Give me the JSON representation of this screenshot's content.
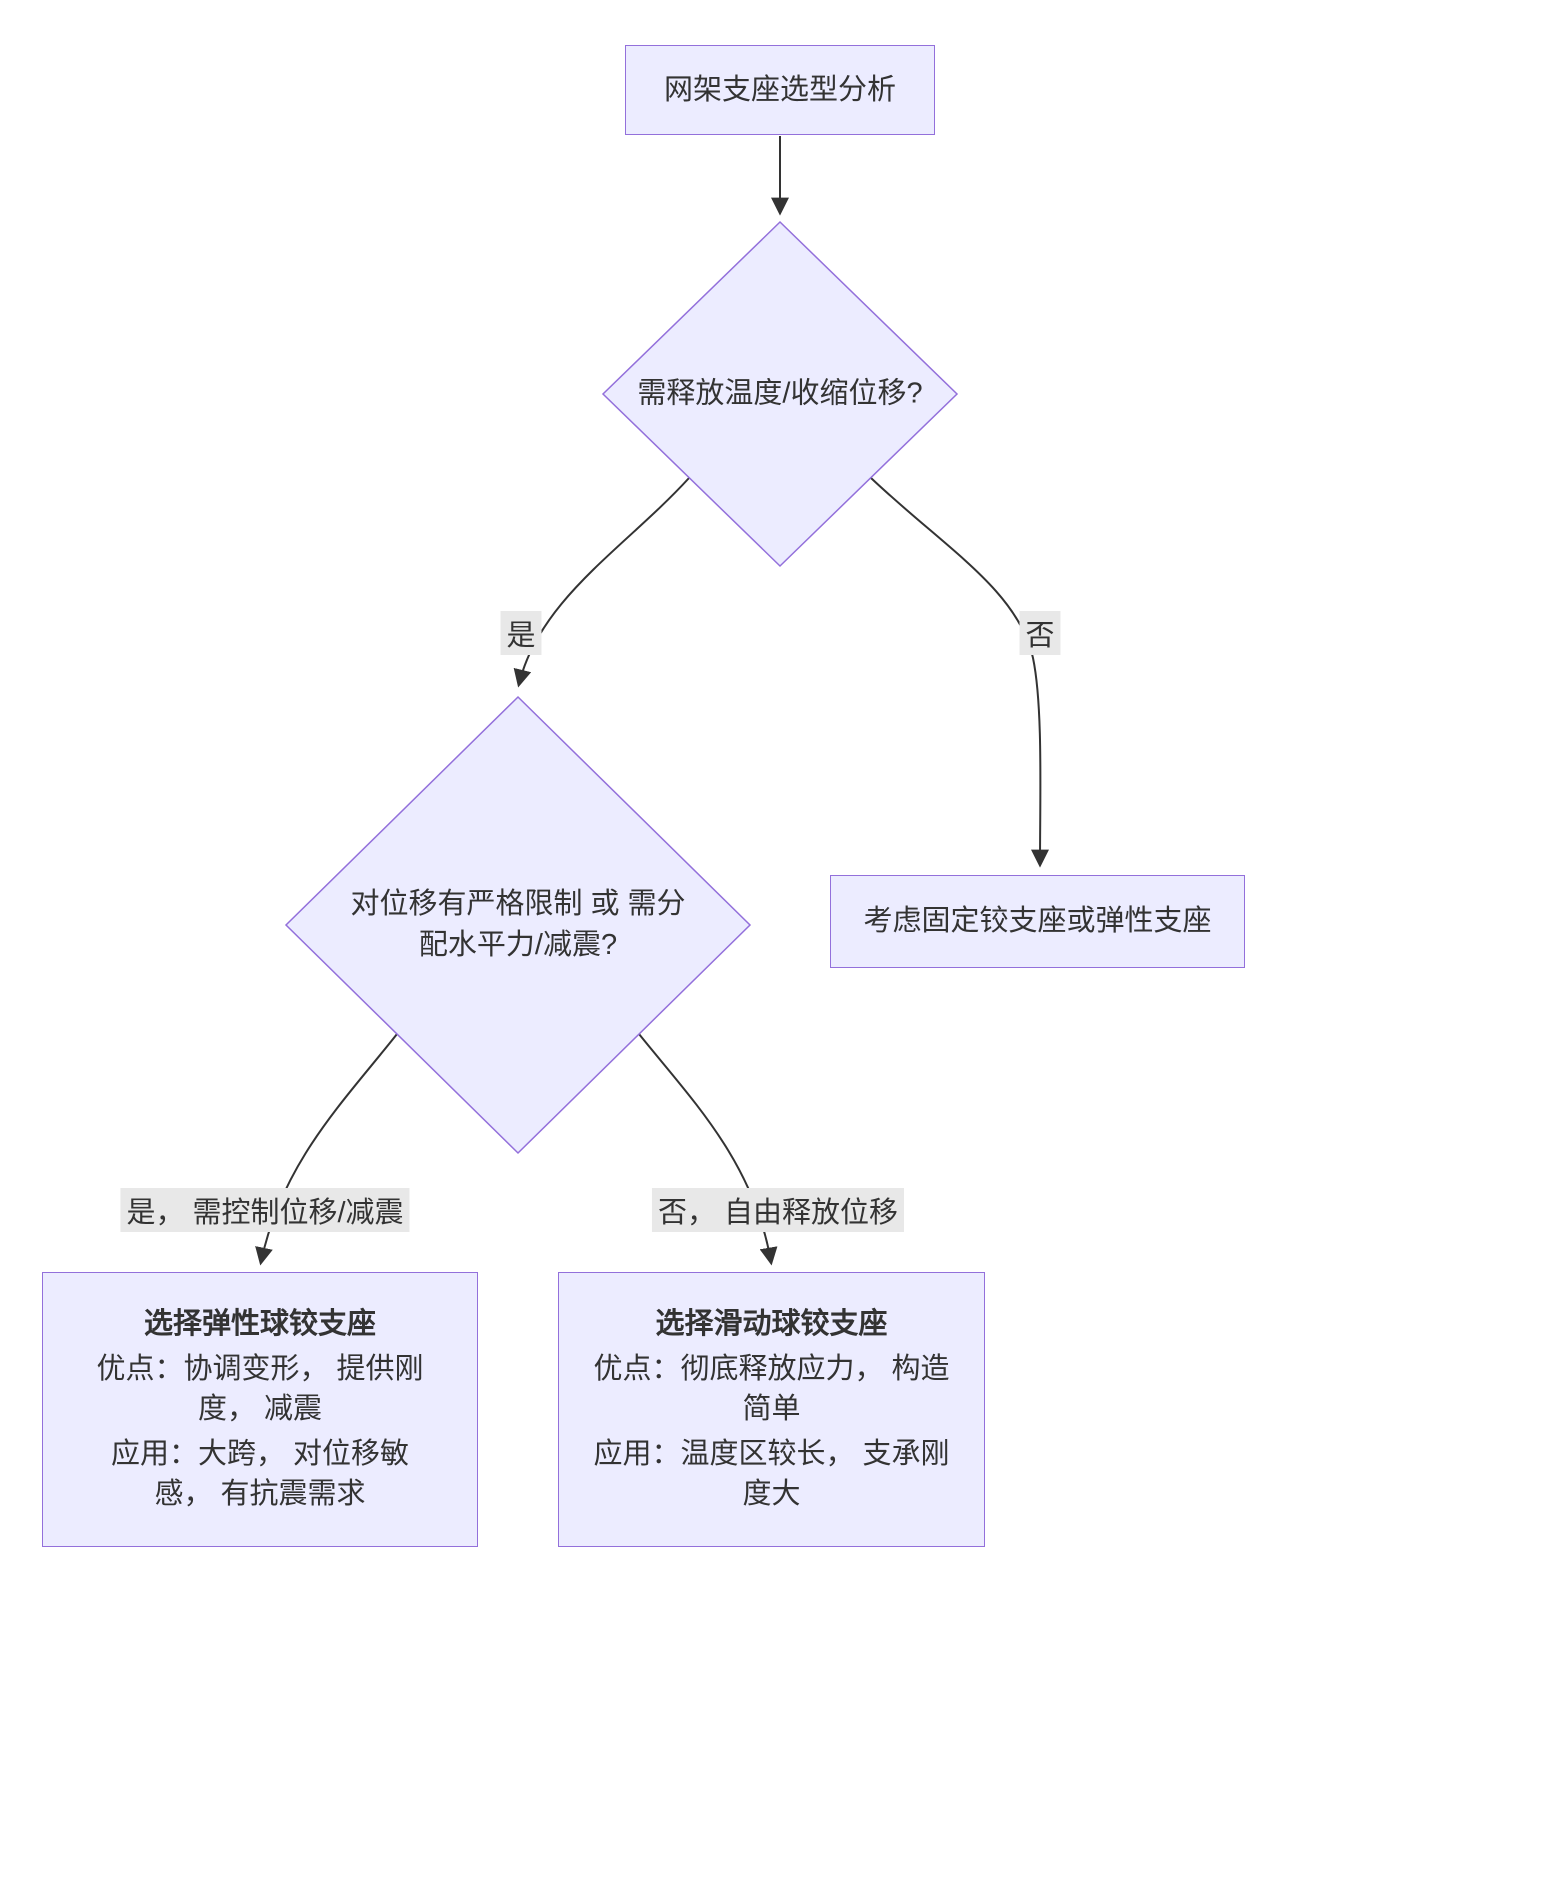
{
  "diagram": {
    "nodes": {
      "root": {
        "label": "网架支座选型分析"
      },
      "decision_displacement": {
        "label": "需释放温度/收缩位移?"
      },
      "decision_restriction": {
        "label": "对位移有严格限制 或 需分配水平力/减震?"
      },
      "fixed_hinge": {
        "label": "考虑固定铰支座或弹性支座"
      },
      "elastic_ball_hinge": {
        "title": "选择弹性球铰支座",
        "pros": "优点：协调变形， 提供刚度， 减震",
        "apps": "应用：大跨， 对位移敏感， 有抗震需求"
      },
      "sliding_ball_hinge": {
        "title": "选择滑动球铰支座",
        "pros": "优点：彻底释放应力， 构造简单",
        "apps": "应用：温度区较长， 支承刚度大"
      }
    },
    "edges": {
      "yes_short": "是",
      "no_short": "否",
      "yes_control": "是， 需控制位移/减震",
      "no_free": "否， 自由释放位移"
    },
    "colors": {
      "node_fill": "#ECECFF",
      "node_border": "#9370DB",
      "edge_line": "#333333",
      "edge_label_bg": "#e8e8e8",
      "text": "#333333"
    }
  }
}
